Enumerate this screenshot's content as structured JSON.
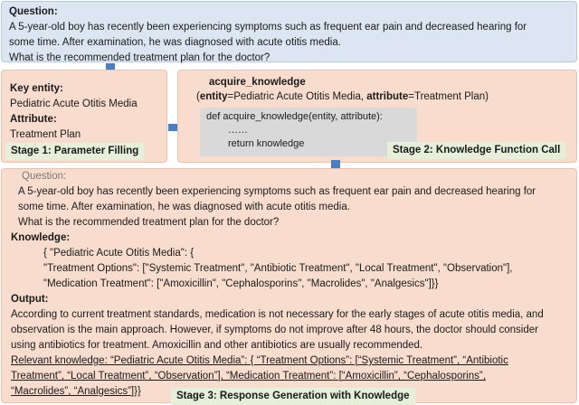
{
  "question_box": {
    "label": "Question:",
    "line1": "A 5-year-old boy has recently been experiencing symptoms such as frequent ear pain and decreased hearing for",
    "line2": "some time. After examination, he was diagnosed with acute otitis media.",
    "line3": "What is the recommended treatment plan for the doctor?"
  },
  "stage1": {
    "entity_label": "Key entity:",
    "entity_value": "Pediatric Acute Otitis Media",
    "attribute_label": "Attribute:",
    "attribute_value": "Treatment Plan",
    "stage_label": "Stage 1: Parameter Filling"
  },
  "stage2": {
    "func_name": "acquire_knowledge",
    "call_open": "(",
    "entity_key": "entity",
    "eq1": "=Pediatric Acute Otitis Media, ",
    "attribute_key": "attribute",
    "eq2": "=Treatment Plan)",
    "code_line1": "def acquire_knowledge(entity, attribute):",
    "code_line2": "……",
    "code_line3": "return knowledge",
    "stage_label": "Stage 2: Knowledge Function Call"
  },
  "stage3": {
    "question_label": "Question:",
    "q_line1": "A 5-year-old boy has recently been experiencing symptoms such as frequent ear pain and decreased hearing for",
    "q_line2": "some time. After examination, he was diagnosed with acute otitis media.",
    "q_line3": "What is the recommended treatment plan for the doctor?",
    "knowledge_label": "Knowledge:",
    "k_line1": "{ \"Pediatric Acute Otitis Media\": {",
    "k_line2": "\"Treatment Options\": [\"Systemic Treatment\", \"Antibiotic Treatment\", \"Local Treatment\", \"Observation\"],",
    "k_line3": "\"Medication Treatment\": [\"Amoxicillin\", \"Cephalosporins\", \"Macrolides\", \"Analgesics\"]}}",
    "output_label": "Output:",
    "o_line1": "According to current treatment standards, medication is not necessary for the early stages of acute otitis media, and",
    "o_line2": "observation is the main approach. However, if symptoms do not improve after 48 hours, the doctor should consider",
    "o_line3": "using antibiotics for treatment. Amoxicillin and other antibiotics are usually recommended.",
    "r_line1": "Relevant knowledge: “Pediatric Acute Otitis Media”: { “Treatment Options”: [“Systemic Treatment”, “Antibiotic",
    "r_line2": "Treatment”, “Local Treatment”, “Observation”], “Medication Treatment”: [“Amoxicillin”, “Cephalosporins”,",
    "r_line3": "“Macrolides”, “Analgesics”]}}",
    "stage_label": "Stage 3: Response Generation with Knowledge"
  },
  "colors": {
    "question_bg": "#dbe6f2",
    "stage_bg": "#f8dccd",
    "label_bg": "#e6efda",
    "code_bg": "#d9d9d9",
    "arrow": "#4a7ec4"
  },
  "icons": [
    "arrow-down-icon",
    "arrow-right-icon",
    "arrow-down-icon"
  ]
}
